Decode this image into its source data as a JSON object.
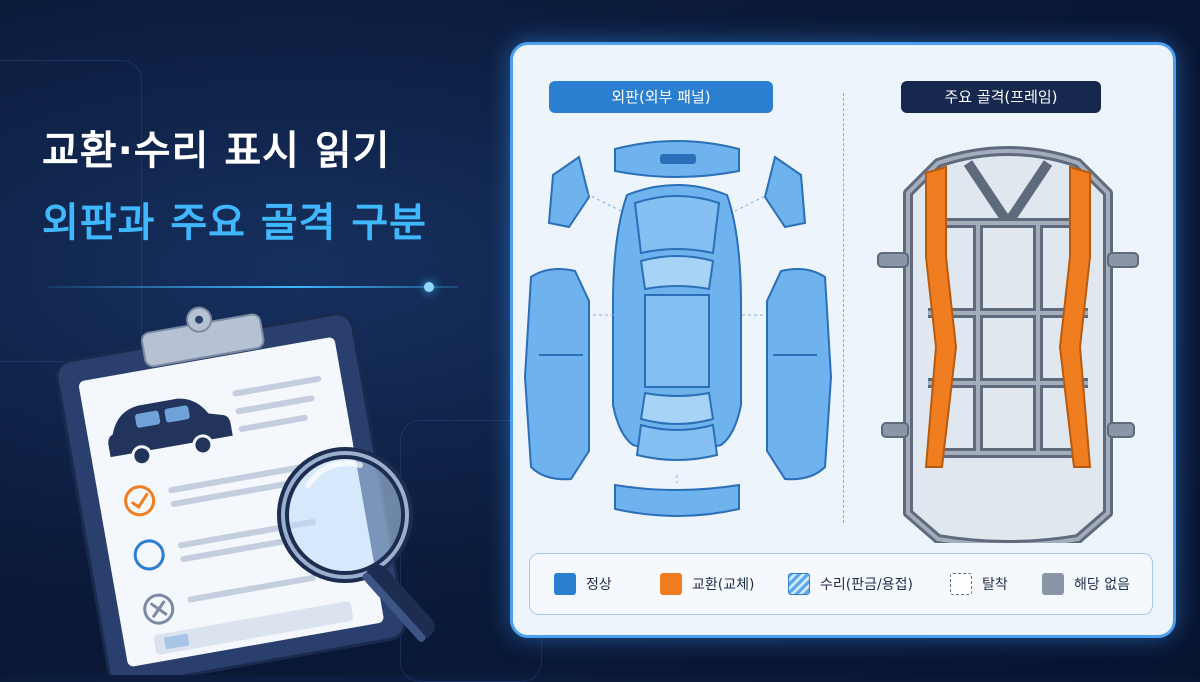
{
  "header": {
    "title_line1": "교환·수리 표시 읽기",
    "title_line2": "외판과 주요 골격 구분"
  },
  "panel": {
    "exterior_label": "외판(외부 패널)",
    "frame_label": "주요 골격(프레임)"
  },
  "legend": {
    "items": [
      {
        "label": "정상",
        "color": "#2a7fd0"
      },
      {
        "label": "교환(교체)",
        "color": "#f07d1f"
      },
      {
        "label": "수리(판금/용접)",
        "color": "#5aa9f0"
      },
      {
        "label": "탈착",
        "color": "#ffffff"
      },
      {
        "label": "해당 없음",
        "color": "#8a96a8"
      }
    ]
  },
  "colors": {
    "accent": "#3fb8ff",
    "panel_blue": "#6eb2ee",
    "replace_orange": "#f07d1f",
    "frame_gray": "#8a96a8",
    "background": "#0b1a3a"
  },
  "icons": [
    "clipboard-icon",
    "car-icon",
    "check-icon",
    "circle-icon",
    "x-icon",
    "magnifier-icon"
  ]
}
